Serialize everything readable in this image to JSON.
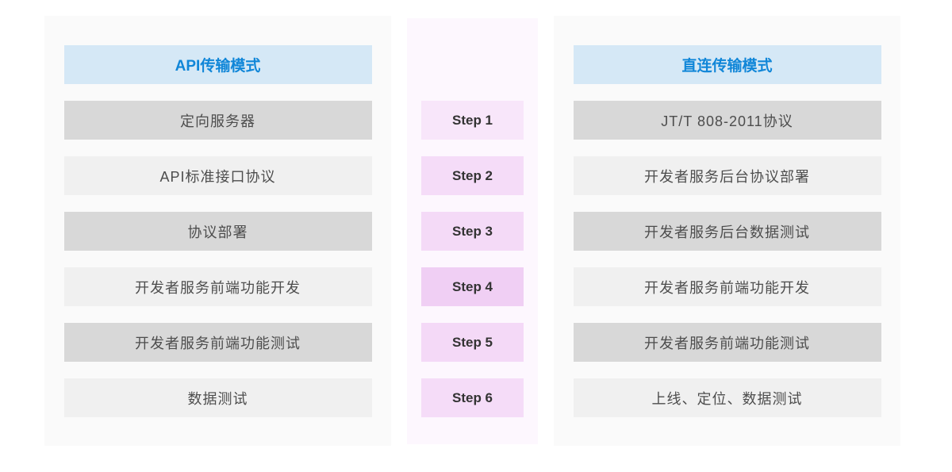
{
  "left_panel": {
    "header": {
      "label": "API传输模式"
    },
    "rows": [
      {
        "label": "定向服务器"
      },
      {
        "label": "API标准接口协议"
      },
      {
        "label": "协议部署"
      },
      {
        "label": "开发者服务前端功能开发"
      },
      {
        "label": "开发者服务前端功能测试"
      },
      {
        "label": "数据测试"
      }
    ]
  },
  "steps_panel": {
    "steps": [
      {
        "label": "Step 1",
        "bg": "#f8e6fa"
      },
      {
        "label": "Step 2",
        "bg": "#f5dcf8"
      },
      {
        "label": "Step 3",
        "bg": "#f4daf7"
      },
      {
        "label": "Step 4",
        "bg": "#f0cff4"
      },
      {
        "label": "Step 5",
        "bg": "#f4d9f7"
      },
      {
        "label": "Step 6",
        "bg": "#f5dcf8"
      }
    ]
  },
  "right_panel": {
    "header": {
      "label": "直连传输模式"
    },
    "rows": [
      {
        "label": "JT/T 808-2011协议"
      },
      {
        "label": "开发者服务后台协议部署"
      },
      {
        "label": "开发者服务后台数据测试"
      },
      {
        "label": "开发者服务前端功能开发"
      },
      {
        "label": "开发者服务前端功能测试"
      },
      {
        "label": "上线、定位、数据测试"
      }
    ]
  },
  "colors": {
    "page_background": "#ffffff",
    "side_panel_background": "#fafafa",
    "steps_panel_background": "#fdf7fe",
    "header_background": "#d5e8f6",
    "header_text": "#1086d8",
    "row_dark": "#d8d8d8",
    "row_light": "#f0f0f0",
    "row_text": "#4d4d4d",
    "step_text": "#333333"
  }
}
